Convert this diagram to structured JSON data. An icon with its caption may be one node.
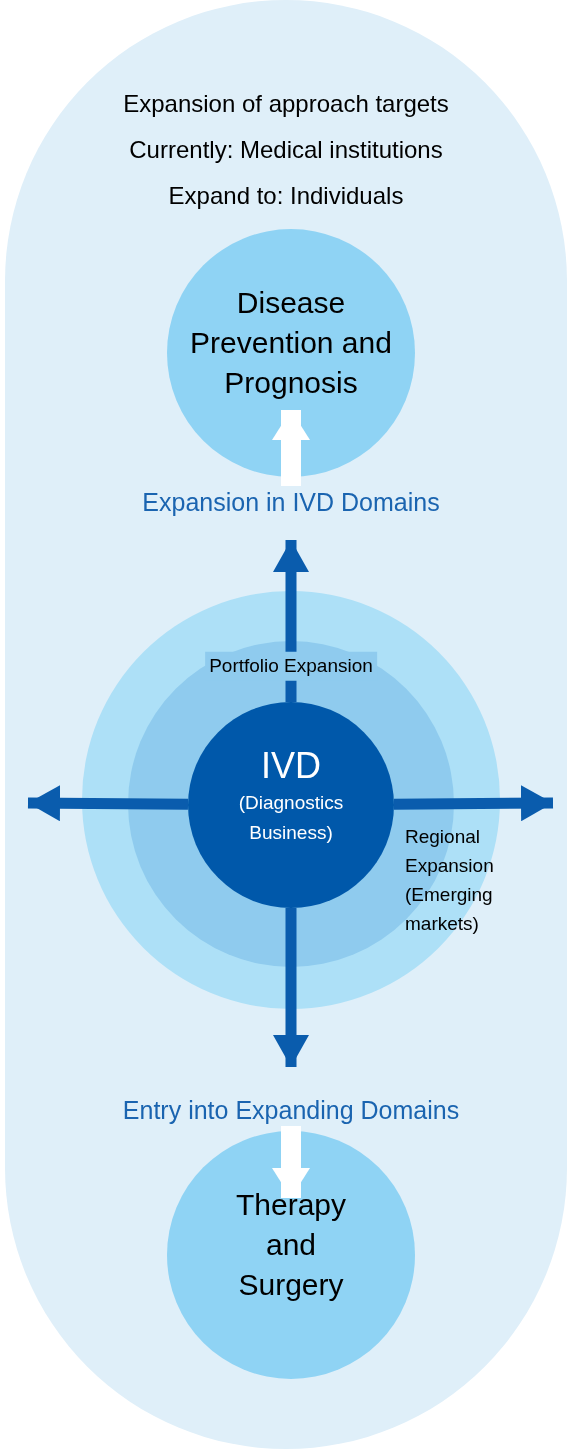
{
  "diagram": {
    "nodes": [
      {
        "text": [
          "Expansion of approach targets",
          "Currently: Medical institutions",
          "Expand to: Individuals"
        ]
      },
      {
        "text": [
          "Disease Prevention and Prognosis"
        ],
        "in": 0
      },
      {
        "text": [],
        "shape": "circle",
        "in": 0
      },
      {
        "text": [],
        "shape": "circle",
        "in": 2
      },
      {
        "text": [
          "IVD",
          "(Diagnostics Business)"
        ],
        "in": 3
      },
      {
        "text": [
          "Therapy and Surgery"
        ],
        "in": 0
      },
      {
        "text": [
          "Expansion in IVD Domains"
        ],
        "in": 0
      },
      {
        "text": [
          "Entry into Expanding Domains"
        ],
        "in": 0
      }
    ],
    "edges": [
      {
        "from": 4,
        "to": 6,
        "arrow": "to",
        "label": "Portfolio Expansion"
      },
      {
        "from": 6,
        "to": 1,
        "arrow": "to",
        "style": "thick",
        "color": "#ffffff"
      },
      {
        "from": 4,
        "to": null,
        "arrow": "to"
      },
      {
        "from": 4,
        "to": null,
        "arrow": "to",
        "label": "Regional Expansion (Emerging markets)"
      },
      {
        "from": 4,
        "to": 7,
        "arrow": "to"
      },
      {
        "from": 7,
        "to": 5,
        "arrow": "to",
        "style": "thick",
        "color": "#ffffff"
      }
    ]
  }
}
